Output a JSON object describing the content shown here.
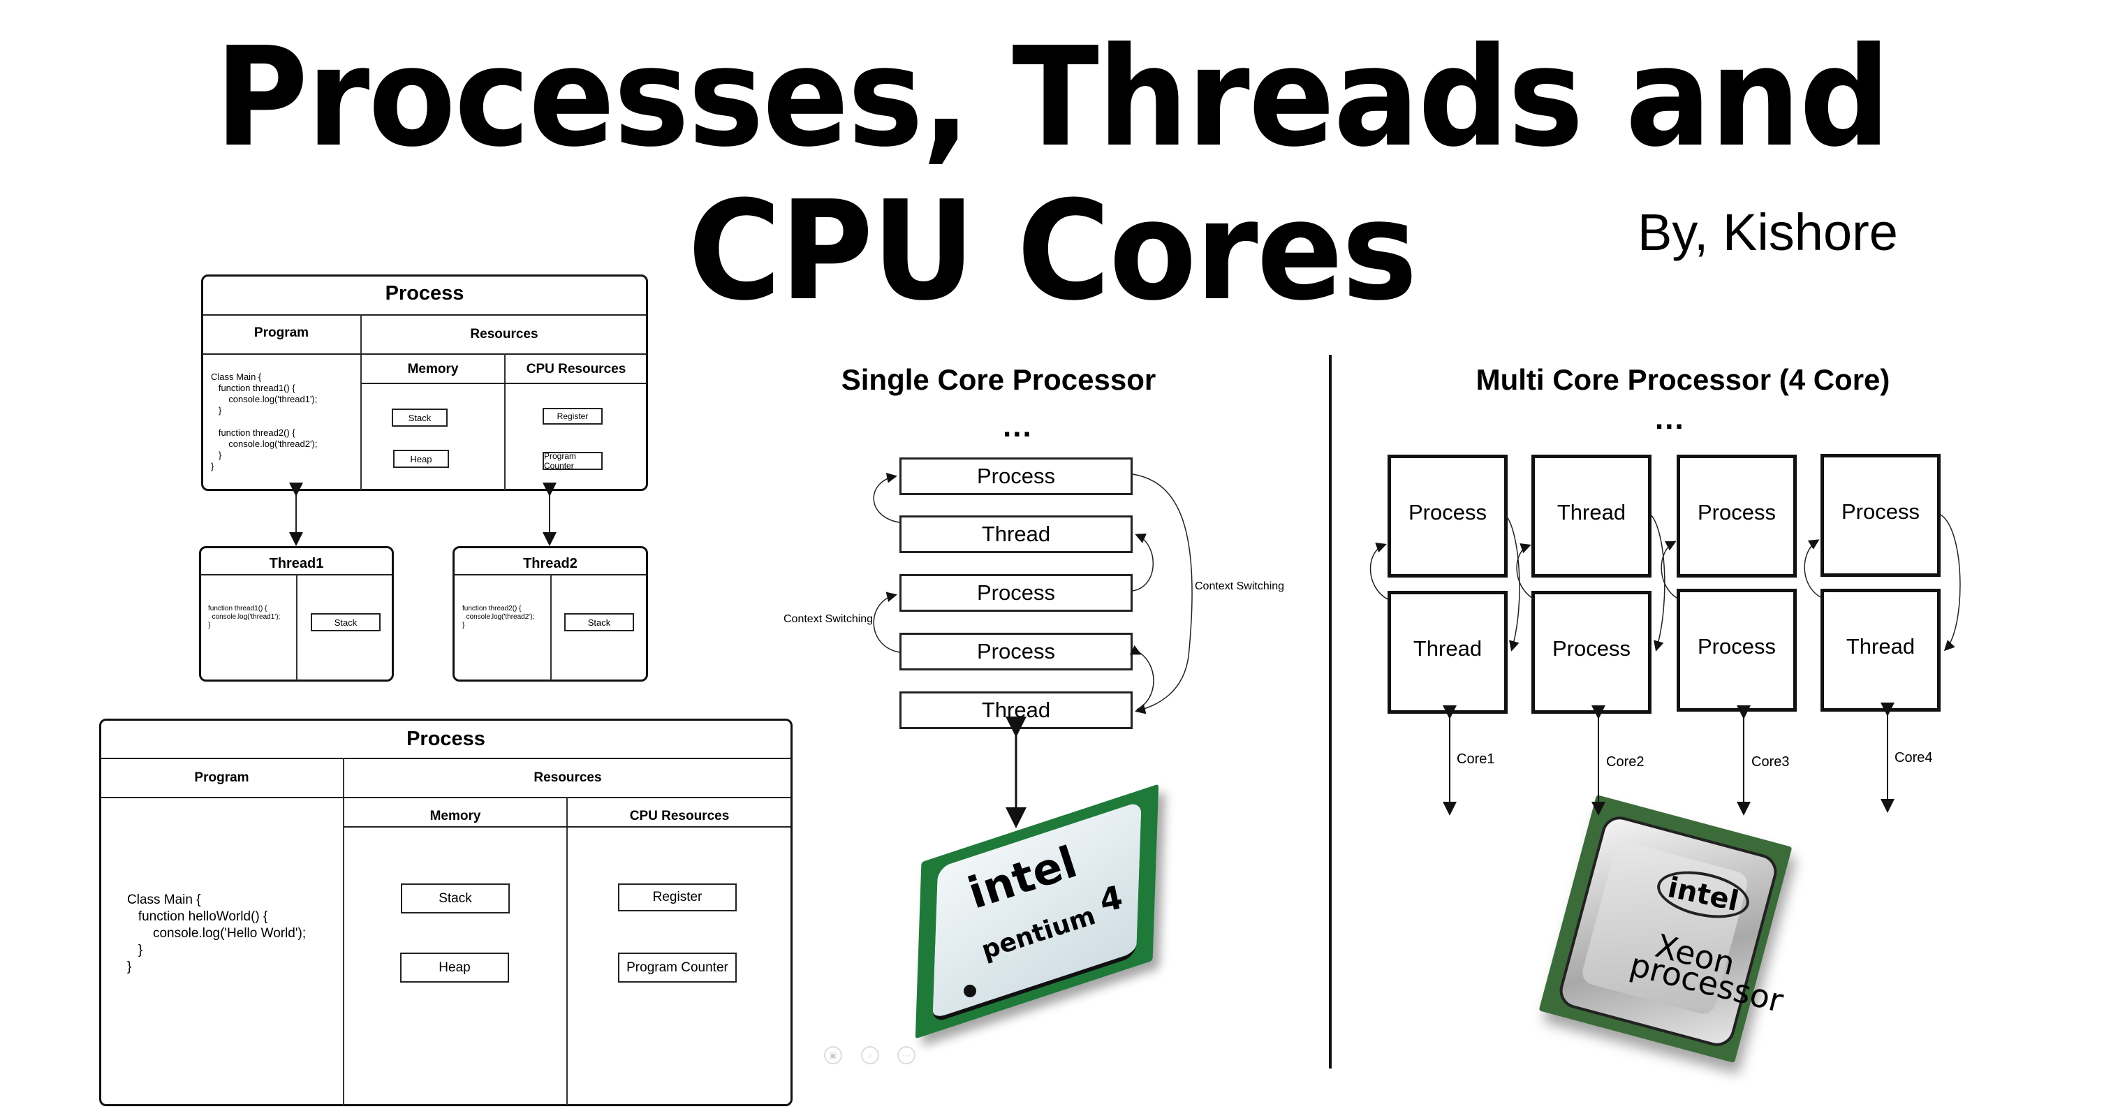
{
  "title": "Processes, Threads and CPU Cores",
  "byline": "By, Kishore",
  "process_diagram_small": {
    "title": "Process",
    "program_header": "Program",
    "resources_header": "Resources",
    "memory_header": "Memory",
    "cpu_header": "CPU Resources",
    "code_lines": [
      "Class Main {",
      "   function thread1() {",
      "       console.log('thread1');",
      "   }",
      "",
      "   function thread2() {",
      "       console.log('thread2');",
      "   }",
      "}"
    ],
    "memory_items": [
      "Stack",
      "Heap"
    ],
    "cpu_items": [
      "Register",
      "Program Counter"
    ]
  },
  "threads": [
    {
      "title": "Thread1",
      "code_lines": [
        "function thread1() {",
        "  console.log('thread1');",
        "}"
      ],
      "stack_label": "Stack"
    },
    {
      "title": "Thread2",
      "code_lines": [
        "function thread2() {",
        "  console.log('thread2');",
        "}"
      ],
      "stack_label": "Stack"
    }
  ],
  "process_diagram_large": {
    "title": "Process",
    "program_header": "Program",
    "resources_header": "Resources",
    "memory_header": "Memory",
    "cpu_header": "CPU Resources",
    "code_lines": [
      "Class Main {",
      "   function helloWorld() {",
      "       console.log('Hello World');",
      "   }",
      "}"
    ],
    "memory_items": [
      "Stack",
      "Heap"
    ],
    "cpu_items": [
      "Register",
      "Program Counter"
    ]
  },
  "single_core": {
    "title": "Single Core Processor",
    "ellipsis": "...",
    "stack": [
      "Process",
      "Thread",
      "Process",
      "Process",
      "Thread"
    ],
    "context_label_left": "Context Switching",
    "context_label_right": "Context Switching",
    "chip": {
      "brand": "intel",
      "model": "pentium",
      "version": "4",
      "colors": {
        "board": "#1f7a3a",
        "lid": "#dde8ec"
      }
    }
  },
  "multi_core": {
    "title": "Multi Core Processor (4 Core)",
    "ellipsis": "...",
    "cores": [
      {
        "label": "Core1",
        "top": "Process",
        "bottom": "Thread"
      },
      {
        "label": "Core2",
        "top": "Thread",
        "bottom": "Process"
      },
      {
        "label": "Core3",
        "top": "Process",
        "bottom": "Process"
      },
      {
        "label": "Core4",
        "top": "Process",
        "bottom": "Thread"
      }
    ],
    "chip": {
      "brand": "intel",
      "model": "Xeon",
      "subtitle": "processor",
      "colors": {
        "board": "#3c6b3a",
        "lid": "#c9c9c9"
      }
    }
  },
  "viewer_toolbar": {
    "icons": [
      "slides-icon",
      "zoom-icon",
      "more-icon"
    ]
  }
}
